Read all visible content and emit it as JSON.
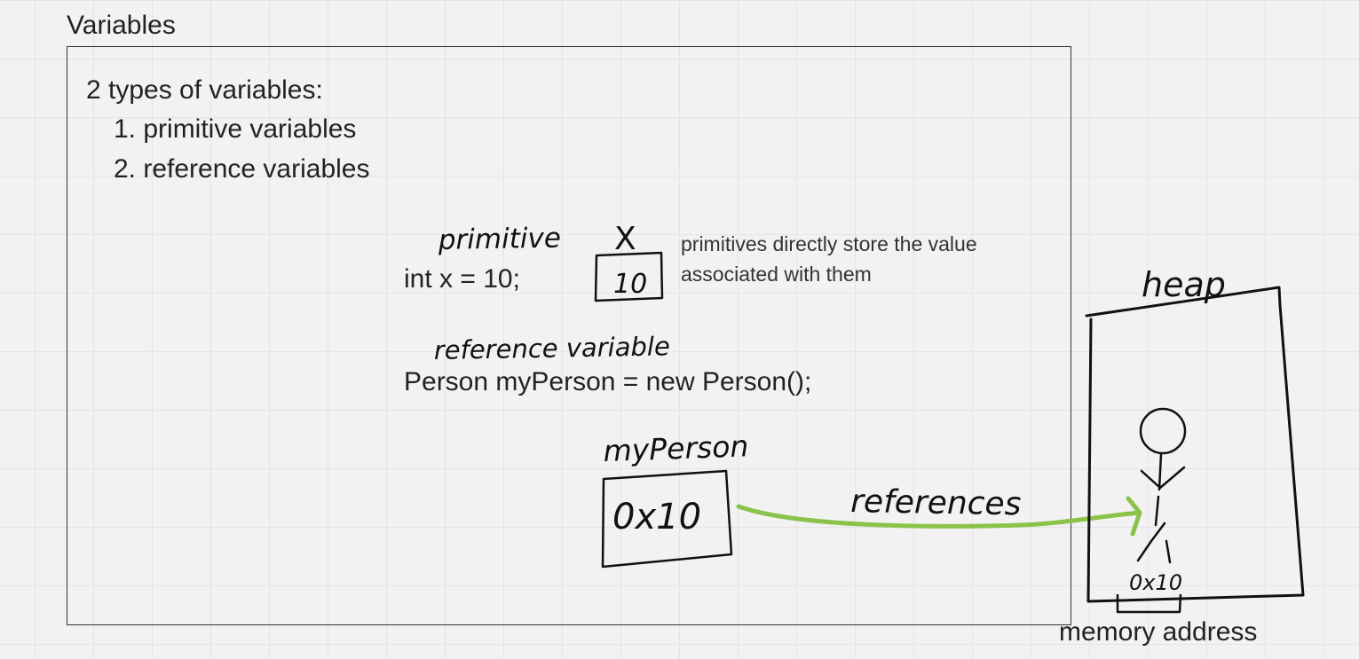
{
  "frame": {
    "title": "Variables"
  },
  "text": {
    "heading": "2 types of variables:",
    "item1": "1. primitive variables",
    "item2": "2. reference variables",
    "primitive_code": "int x = 10;",
    "primitive_note_line1": "primitives directly store the value",
    "primitive_note_line2": "associated with them",
    "reference_code": "Person myPerson = new Person();",
    "memory_label": "memory address"
  },
  "handwriting": {
    "primitive_label": "primitive",
    "var_name": "X",
    "var_value": "10",
    "reference_label": "reference variable",
    "ref_var_name": "myPerson",
    "ref_value": "0x10",
    "arrow_label": "references",
    "heap_label": "heap",
    "heap_address": "0x10"
  },
  "colors": {
    "arrow": "#8bc34a",
    "ink": "#111111",
    "frame_border": "#333333",
    "background": "#f2f2f2"
  }
}
